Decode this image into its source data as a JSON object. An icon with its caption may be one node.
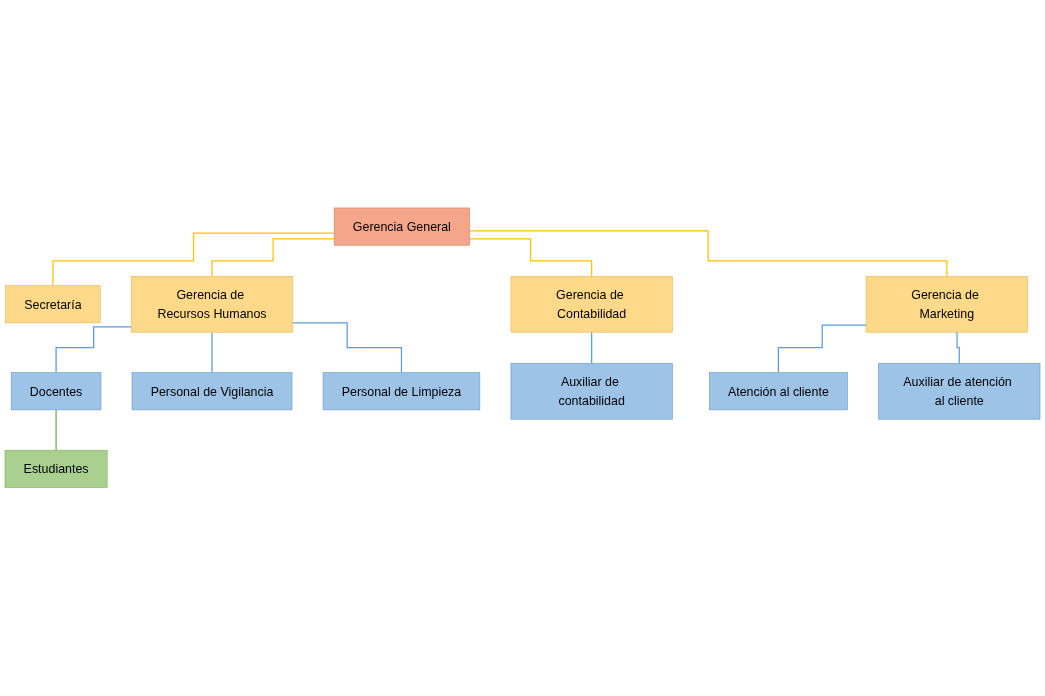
{
  "diagram": {
    "nodes": [
      {
        "text": [
          "Gerencia General"
        ]
      },
      {
        "text": [
          "Secretaría"
        ]
      },
      {
        "text": [
          "Gerencia de Recursos Humanos"
        ]
      },
      {
        "text": [
          "Gerencia de Contabilidad"
        ]
      },
      {
        "text": [
          "Gerencia de Marketing"
        ]
      },
      {
        "text": [
          "Docentes"
        ]
      },
      {
        "text": [
          "Auxiliar de contabilidad"
        ]
      },
      {
        "text": [
          "Atención al cliente"
        ]
      },
      {
        "text": [
          "Estudiantes"
        ]
      },
      {
        "text": [
          "Auxiliar de atención al cliente"
        ]
      },
      {
        "text": [
          "Personal de Vigilancia"
        ]
      },
      {
        "text": [
          "Personal de Limpieza"
        ]
      }
    ],
    "edges": [
      {
        "from": 0,
        "to": 1,
        "arrow": "none",
        "color": "#ffc000"
      },
      {
        "from": 0,
        "to": 2,
        "arrow": "none",
        "color": "#ffc000"
      },
      {
        "from": 0,
        "to": 3,
        "arrow": "none",
        "color": "#ffc000"
      },
      {
        "from": 0,
        "to": 4,
        "arrow": "none",
        "color": "#ffc000"
      },
      {
        "from": 2,
        "to": 5,
        "arrow": "none"
      },
      {
        "from": 3,
        "to": 6,
        "arrow": "none"
      },
      {
        "from": 4,
        "to": 7,
        "arrow": "none"
      },
      {
        "from": 5,
        "to": 8,
        "arrow": "none",
        "color": "#70ad47"
      },
      {
        "from": 4,
        "to": 9,
        "arrow": "none"
      },
      {
        "from": 2,
        "to": 10,
        "arrow": "none"
      },
      {
        "from": 2,
        "to": 11,
        "arrow": "none"
      }
    ]
  }
}
